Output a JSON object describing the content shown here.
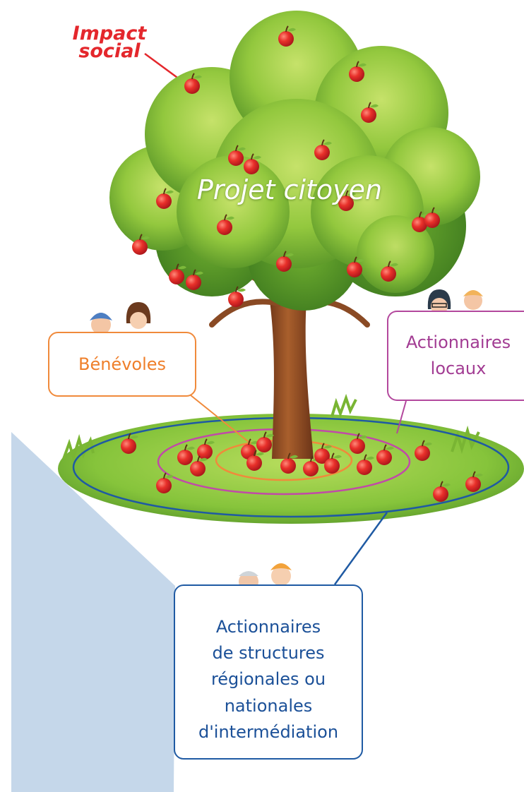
{
  "labels": {
    "impact_line1": "Impact",
    "impact_line2": "social",
    "central": "Projet citoyen",
    "benevoles": "Bénévoles",
    "actionnaires_locaux_line1": "Actionnaires",
    "actionnaires_locaux_line2": "locaux",
    "regional_line1": "Actionnaires",
    "regional_line2": "de structures",
    "regional_line3": "régionales ou",
    "regional_line4": "nationales",
    "regional_line5": "d'intermédiation"
  },
  "colors": {
    "impact": "#e4272c",
    "benevoles": "#f08a3b",
    "actionnaires_locaux": "#b3489d",
    "regional": "#1f5aa3",
    "background_shape": "#c5d7ea",
    "foliage": "#8cc63f",
    "trunk": "#8a4a24",
    "apple": "#e42a2a"
  },
  "icons": [
    "apple-tree",
    "apple",
    "volunteer-person-icon",
    "local-shareholder-person-icon",
    "regional-shareholder-person-icon"
  ]
}
